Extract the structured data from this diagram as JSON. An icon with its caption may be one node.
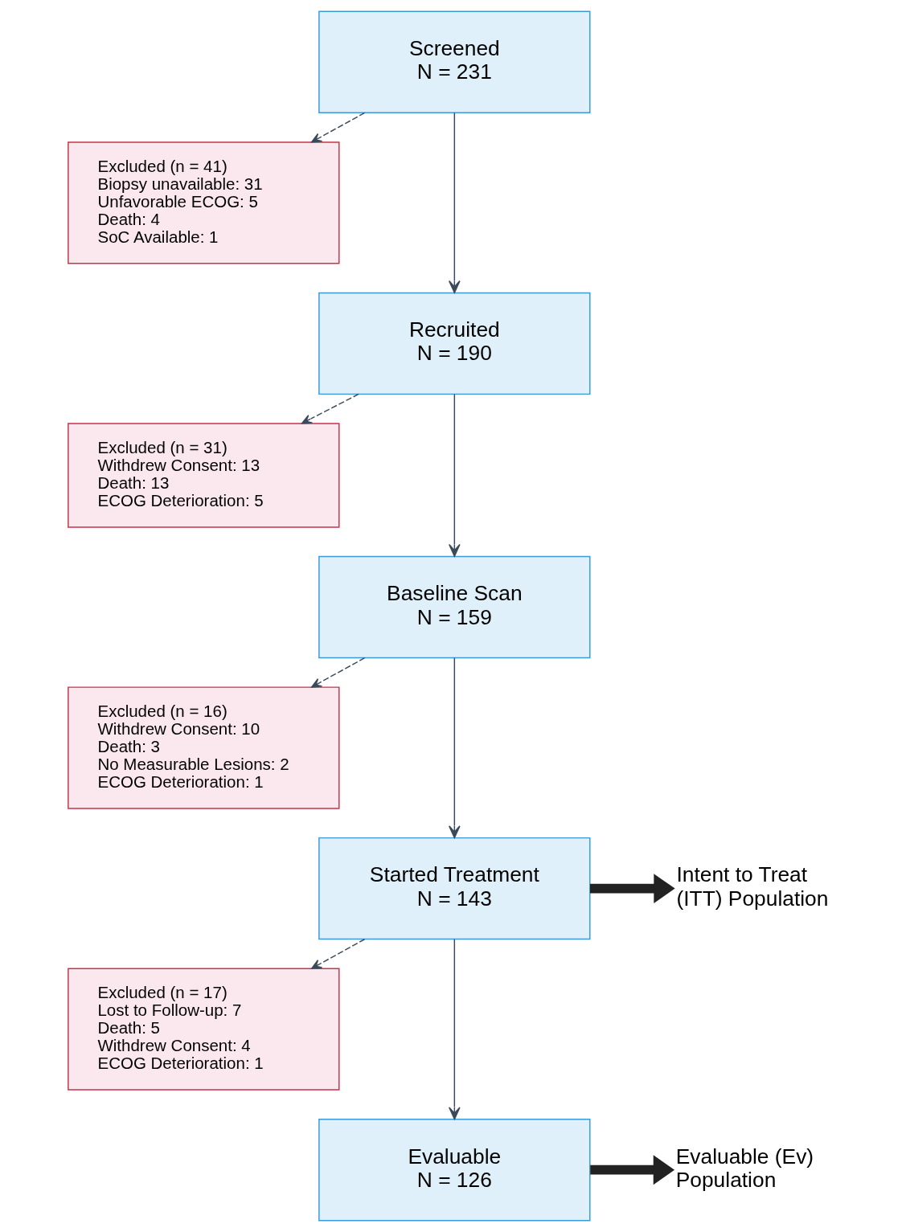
{
  "diagram": {
    "nodes": [
      {
        "text": [
          "Screened N = 231"
        ]
      },
      {
        "text": [
          "Excluded (n = 41)",
          "Biopsy unavailable: 31",
          "Unfavorable ECOG: 5",
          "Death: 4",
          "SoC Available: 1"
        ]
      },
      {
        "text": [
          "Recruited N = 190"
        ]
      },
      {
        "text": [
          "Excluded (n = 31)",
          "Withdrew Consent: 13",
          "Death: 13",
          "ECOG Deterioration: 5"
        ]
      },
      {
        "text": [
          "Baseline Scan N = 159"
        ]
      },
      {
        "text": [
          "Excluded (n = 16)",
          "Withdrew Consent: 10",
          "Death: 3",
          "No Measurable Lesions: 2",
          "ECOG Deterioration: 1"
        ]
      },
      {
        "text": [
          "Started Treatment N = 143"
        ]
      },
      {
        "text": [
          "Intent to Treat (ITT) Population"
        ]
      },
      {
        "text": [
          "Excluded (n = 17)",
          "Lost to Follow-up: 7",
          "Death: 5",
          "Withdrew Consent: 4",
          "ECOG Deterioration: 1"
        ]
      },
      {
        "text": [
          "Evaluable N = 126"
        ]
      },
      {
        "text": [
          "Evaluable (Ev) Population"
        ]
      }
    ],
    "edges": [
      {
        "from": 0,
        "to": 2,
        "arrow": "to"
      },
      {
        "from": 0,
        "to": 1,
        "arrow": "to",
        "style": "dashed"
      },
      {
        "from": 2,
        "to": 4,
        "arrow": "to"
      },
      {
        "from": 2,
        "to": 3,
        "arrow": "to",
        "style": "dashed"
      },
      {
        "from": 4,
        "to": 6,
        "arrow": "to"
      },
      {
        "from": 4,
        "to": 5,
        "arrow": "to",
        "style": "dashed"
      },
      {
        "from": 6,
        "to": 7,
        "arrow": "to",
        "style": "thick",
        "color": "#222222"
      },
      {
        "from": 6,
        "to": 9,
        "arrow": "to"
      },
      {
        "from": 6,
        "to": 8,
        "arrow": "to",
        "style": "dashed"
      },
      {
        "from": 9,
        "to": 10,
        "arrow": "to",
        "style": "thick",
        "color": "#222222"
      }
    ]
  }
}
